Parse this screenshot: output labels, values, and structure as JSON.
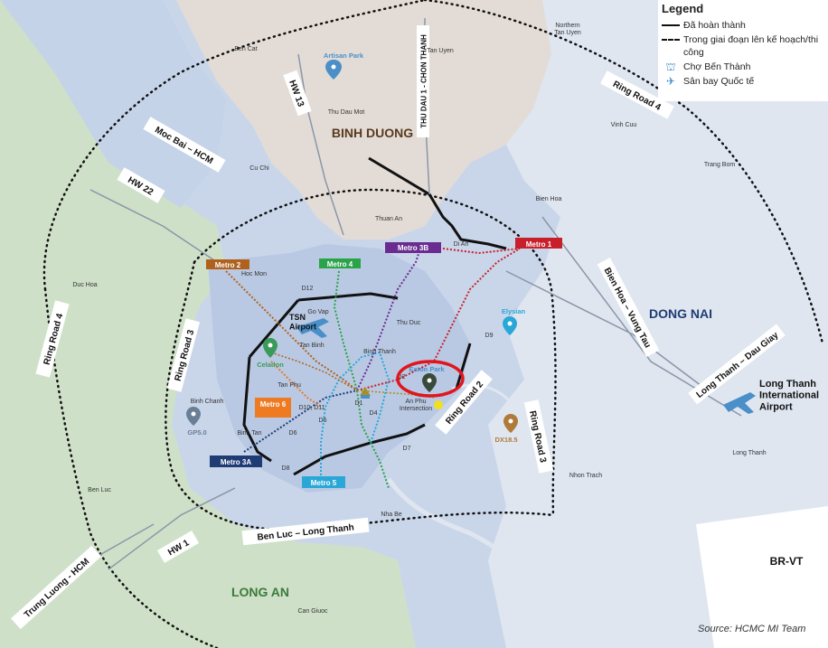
{
  "legend": {
    "title": "Legend",
    "completed": "Đã hoàn thành",
    "planned": "Trong giai đoạn lên kế hoạch/thi công",
    "market": "Chợ Bến Thành",
    "airport": "Sân bay Quốc tế",
    "market_icon": "market-icon",
    "airport_icon": "airplane-icon"
  },
  "source": "Source: HCMC MI Team",
  "regions": {
    "binh_duong": "BINH DUONG",
    "dong_nai": "DONG NAI",
    "long_an": "LONG AN",
    "br_vt": "BR-VT"
  },
  "roads": {
    "ring4_top": "Ring Road 4",
    "ring4_left": "Ring Road 4",
    "ring3_left": "Ring Road 3",
    "ring3_right": "Ring Road 3",
    "ring2": "Ring Road 2",
    "hw13": "HW 13",
    "hw22": "HW 22",
    "hw1": "HW 1",
    "thu_dau_mot": "THU DAU 1 - CHON THANH",
    "moc_bai": "Moc Bai – HCM",
    "bien_hoa_vt": "Bien Hoa – Vung Tau",
    "long_thanh_dg": "Long Thanh – Dau Giay",
    "ben_luc_lt": "Ben Luc – Long Thanh",
    "trung_luong": "Trung Luong - HCM"
  },
  "metros": {
    "m1": "Metro 1",
    "m2": "Metro 2",
    "m3a": "Metro 3A",
    "m3b": "Metro 3B",
    "m4": "Metro 4",
    "m5": "Metro 5",
    "m6": "Metro 6"
  },
  "metro_colors": {
    "m1": "#c8202a",
    "m2": "#b0621c",
    "m3a": "#1f3c74",
    "m3b": "#6a2c91",
    "m4": "#2aa349",
    "m5": "#29a8d8",
    "m6": "#ee7a22"
  },
  "places": {
    "ben_cat": "Ben Cat",
    "northern_tan_uyen": "Northern\nTan Uyen",
    "tan_uyen": "Tan Uyen",
    "thu_dau_mot": "Thu Dau Mot",
    "vinh_cuu": "Vinh Cuu",
    "trang_bom": "Trang Bom",
    "cu_chi": "Cu Chi",
    "thuan_an": "Thuan An",
    "di_an": "Di An",
    "bien_hoa": "Bien Hoa",
    "hoc_mon": "Hoc Mon",
    "duc_hoa": "Duc Hoa",
    "d12": "D12",
    "go_vap": "Go Vap",
    "thu_duc": "Thu Duc",
    "tan_binh": "Tan Binh",
    "binh_thanh": "Binh Thanh",
    "tan_phu": "Tan Phu",
    "binh_chanh": "Binh Chanh",
    "binh_tan": "Binh Tan",
    "d1": "D1",
    "d2": "D2",
    "d4": "D4",
    "d5": "D5",
    "d6": "D6",
    "d7": "D7",
    "d8": "D8",
    "d9": "D9",
    "d10": "D10, D11",
    "ben_luc": "Ben Luc",
    "nha_be": "Nha Be",
    "nhon_trach": "Nhon Trach",
    "long_thanh": "Long Thanh",
    "can_giuoc": "Can Giuoc",
    "an_phu": "An Phu\nIntersection",
    "tsn": "TSN\nAirport",
    "long_thanh_airport": "Long Thanh\nInternational\nAirport"
  },
  "projects": {
    "artisan": {
      "label": "Artisan Park",
      "color": "#4a8fc8"
    },
    "celadon": {
      "label": "Celadon",
      "color": "#3a9a5a"
    },
    "gp50": {
      "label": "GP5.0",
      "color": "#6a7f95"
    },
    "eaton": {
      "label": "Eaton Park",
      "color": "#3a4a3a"
    },
    "elysian": {
      "label": "Elysian",
      "color": "#29a8d8"
    },
    "dx185": {
      "label": "DX18.5",
      "color": "#b07a3a"
    }
  },
  "highlight_color": "#e0161f"
}
